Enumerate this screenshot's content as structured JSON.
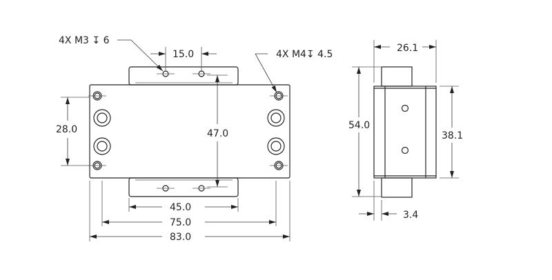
{
  "title": "Bracket drawing",
  "front_view": {
    "callout_m3": "4X M3 ↧ 6",
    "callout_m4": "4X M4↧ 4.5",
    "dim_hole_spacing": "15.0",
    "dim_tab_hole_vertical": "47.0",
    "dim_side_hole_vertical": "28.0",
    "dim_tab_width": "45.0",
    "dim_hole_horizontal": "75.0",
    "dim_overall_width": "83.0"
  },
  "side_view": {
    "dim_width": "26.1",
    "dim_overall_height": "54.0",
    "dim_body_height": "38.1",
    "dim_offset": "3.4"
  }
}
